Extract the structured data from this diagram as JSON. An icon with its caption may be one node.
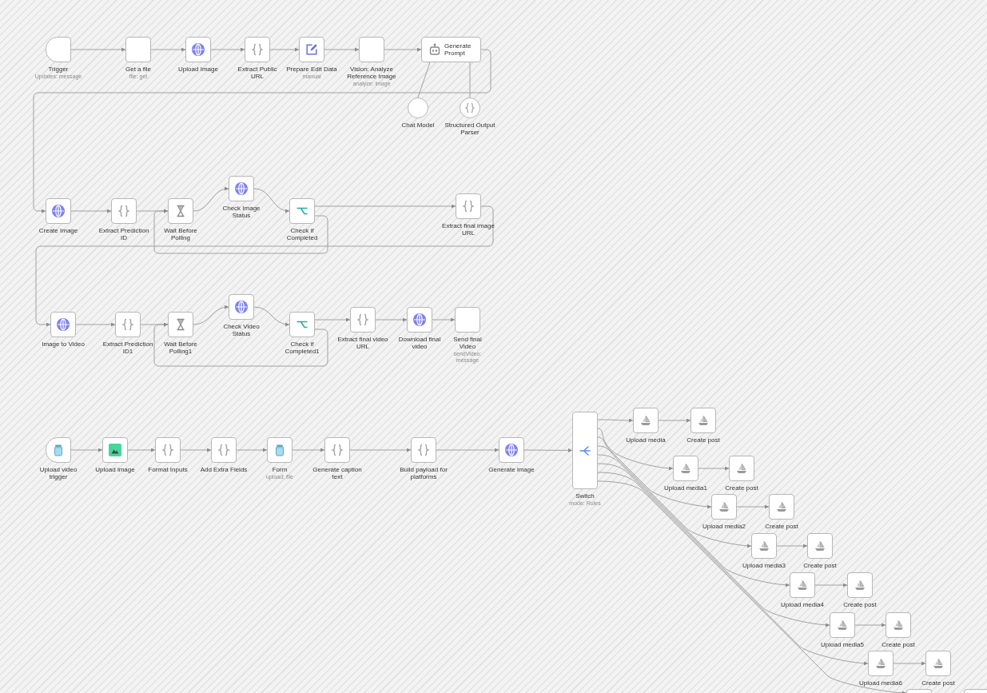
{
  "diagram": {
    "nodes": [
      {
        "text": [
          "Trigger",
          "Updates: message"
        ]
      },
      {
        "text": [
          "Get a file",
          "file: get"
        ]
      },
      {
        "text": [
          "Upload Image"
        ]
      },
      {
        "text": [
          "Extract Public URL"
        ]
      },
      {
        "text": [
          "Prepare Edit Data",
          "manual"
        ]
      },
      {
        "text": [
          "Vision: Analyze Reference Image",
          "analyze: image"
        ]
      },
      {
        "text": [
          "Generate Prompt"
        ]
      },
      {
        "text": [
          "Chat Model"
        ]
      },
      {
        "text": [
          "Structured Output Parser"
        ]
      },
      {
        "text": [
          "Create Image"
        ]
      },
      {
        "text": [
          "Extract Prediction ID"
        ]
      },
      {
        "text": [
          "Wait Before Polling"
        ]
      },
      {
        "text": [
          "Check Image Status"
        ]
      },
      {
        "text": [
          "Check if Completed"
        ]
      },
      {
        "text": [
          "Extract final image URL"
        ]
      },
      {
        "text": [
          "Image to Video"
        ]
      },
      {
        "text": [
          "Extract Prediction ID1"
        ]
      },
      {
        "text": [
          "Wait Before Polling1"
        ]
      },
      {
        "text": [
          "Check Video Status"
        ]
      },
      {
        "text": [
          "Check if Completed1"
        ]
      },
      {
        "text": [
          "Extract final video URL"
        ]
      },
      {
        "text": [
          "Download final video"
        ]
      },
      {
        "text": [
          "Send final Video",
          "sendVideo: message"
        ]
      },
      {
        "text": [
          "Upload video trigger"
        ]
      },
      {
        "text": [
          "Upload image"
        ]
      },
      {
        "text": [
          "Format Inputs"
        ]
      },
      {
        "text": [
          "Add Extra Fields"
        ]
      },
      {
        "text": [
          "Form",
          "upload: file"
        ]
      },
      {
        "text": [
          "Generate caption text"
        ]
      },
      {
        "text": [
          "Build payload for platforms"
        ]
      },
      {
        "text": [
          "Generate image"
        ]
      },
      {
        "text": [
          "Switch",
          "mode: Rules"
        ]
      },
      {
        "text": [
          "Upload media"
        ]
      },
      {
        "text": [
          "Create post"
        ]
      },
      {
        "text": [
          "Upload media1"
        ]
      },
      {
        "text": [
          "Create post"
        ]
      },
      {
        "text": [
          "Upload media2"
        ]
      },
      {
        "text": [
          "Create post"
        ]
      },
      {
        "text": [
          "Upload media3"
        ]
      },
      {
        "text": [
          "Create post"
        ]
      },
      {
        "text": [
          "Upload media4"
        ]
      },
      {
        "text": [
          "Create post"
        ]
      },
      {
        "text": [
          "Upload media5"
        ]
      },
      {
        "text": [
          "Create post"
        ]
      },
      {
        "text": [
          "Upload media6"
        ]
      },
      {
        "text": [
          "Create post"
        ]
      },
      {
        "text": [],
        "shape": "box"
      },
      {
        "text": [],
        "shape": "box"
      }
    ],
    "edges": [
      {
        "from": 0,
        "to": 1,
        "arrow": "to"
      },
      {
        "from": 1,
        "to": 2,
        "arrow": "to"
      },
      {
        "from": 2,
        "to": 3,
        "arrow": "to"
      },
      {
        "from": 3,
        "to": 4,
        "arrow": "to"
      },
      {
        "from": 4,
        "to": 5,
        "arrow": "to"
      },
      {
        "from": 5,
        "to": 6,
        "arrow": "to"
      },
      {
        "from": 7,
        "to": 6,
        "arrow": "none"
      },
      {
        "from": 8,
        "to": 6,
        "arrow": "none"
      },
      {
        "from": 6,
        "to": 9,
        "arrow": "to"
      },
      {
        "from": 9,
        "to": 10,
        "arrow": "to"
      },
      {
        "from": 10,
        "to": 11,
        "arrow": "to"
      },
      {
        "from": 11,
        "to": 12,
        "arrow": "to"
      },
      {
        "from": 12,
        "to": 13,
        "arrow": "to"
      },
      {
        "from": 13,
        "to": 14,
        "arrow": "to"
      },
      {
        "from": 13,
        "to": 11,
        "arrow": "to"
      },
      {
        "from": 14,
        "to": 15,
        "arrow": "to"
      },
      {
        "from": 15,
        "to": 16,
        "arrow": "to"
      },
      {
        "from": 16,
        "to": 17,
        "arrow": "to"
      },
      {
        "from": 17,
        "to": 18,
        "arrow": "to"
      },
      {
        "from": 18,
        "to": 19,
        "arrow": "to"
      },
      {
        "from": 19,
        "to": 20,
        "arrow": "to"
      },
      {
        "from": 19,
        "to": 17,
        "arrow": "to"
      },
      {
        "from": 20,
        "to": 21,
        "arrow": "to"
      },
      {
        "from": 21,
        "to": 22,
        "arrow": "to"
      },
      {
        "from": 23,
        "to": 24,
        "arrow": "to"
      },
      {
        "from": 24,
        "to": 25,
        "arrow": "to"
      },
      {
        "from": 25,
        "to": 26,
        "arrow": "to"
      },
      {
        "from": 26,
        "to": 27,
        "arrow": "to"
      },
      {
        "from": 27,
        "to": 28,
        "arrow": "to"
      },
      {
        "from": 28,
        "to": 29,
        "arrow": "to"
      },
      {
        "from": 29,
        "to": 30,
        "arrow": "to"
      },
      {
        "from": 30,
        "to": 31,
        "arrow": "to"
      },
      {
        "from": 31,
        "to": 32,
        "arrow": "to"
      },
      {
        "from": 31,
        "to": 34,
        "arrow": "to"
      },
      {
        "from": 31,
        "to": 36,
        "arrow": "to"
      },
      {
        "from": 31,
        "to": 38,
        "arrow": "to"
      },
      {
        "from": 31,
        "to": 40,
        "arrow": "to"
      },
      {
        "from": 31,
        "to": 42,
        "arrow": "to"
      },
      {
        "from": 31,
        "to": 44,
        "arrow": "to"
      },
      {
        "from": 31,
        "to": 46,
        "arrow": "to"
      },
      {
        "from": 32,
        "to": 33,
        "arrow": "to"
      },
      {
        "from": 34,
        "to": 35,
        "arrow": "to"
      },
      {
        "from": 36,
        "to": 37,
        "arrow": "to"
      },
      {
        "from": 38,
        "to": 39,
        "arrow": "to"
      },
      {
        "from": 40,
        "to": 41,
        "arrow": "to"
      },
      {
        "from": 42,
        "to": 43,
        "arrow": "to"
      },
      {
        "from": 44,
        "to": 45,
        "arrow": "to"
      }
    ]
  }
}
